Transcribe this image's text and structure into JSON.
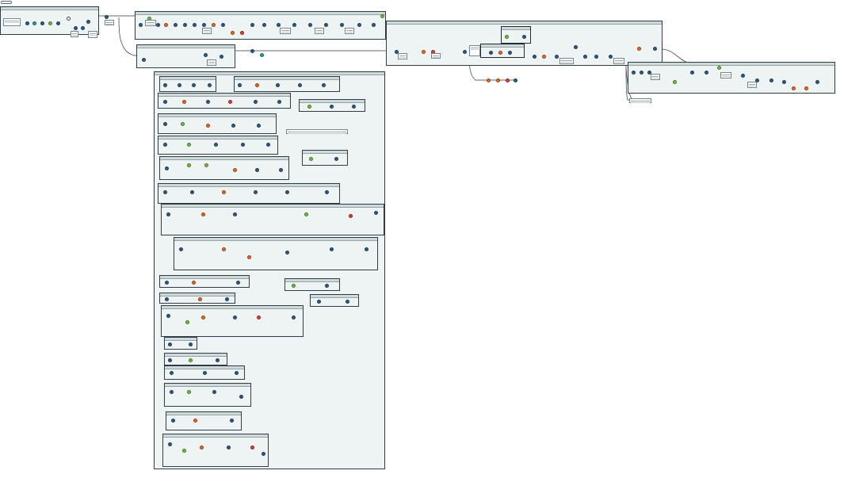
{
  "canvas": {
    "background": "#ffffff",
    "colors": {
      "container_fill": "#eef3f3",
      "container_border": "#2f3b45",
      "wire": "#2c3440",
      "tool_blue": "#2c5d84",
      "tool_orange": "#e26a2c",
      "tool_green": "#79b94b",
      "tool_teal": "#2a9d8f",
      "tool_red": "#d64541"
    }
  },
  "zoom_indicator": {
    "label": ""
  },
  "workflow": {
    "containers": [
      {
        "name": "container-input-prep",
        "title": ""
      },
      {
        "name": "container-stage-1",
        "title": ""
      },
      {
        "name": "container-stage-1-lower",
        "title": ""
      },
      {
        "name": "container-stage-2",
        "title": ""
      },
      {
        "name": "container-stage-3",
        "title": ""
      },
      {
        "name": "container-subprocess-group",
        "title": ""
      }
    ],
    "tool_icon_types": [
      "input-data-icon",
      "select-icon",
      "formula-icon",
      "filter-icon",
      "join-icon",
      "union-icon",
      "summarize-icon",
      "browse-icon",
      "output-data-icon",
      "comment-icon"
    ]
  }
}
